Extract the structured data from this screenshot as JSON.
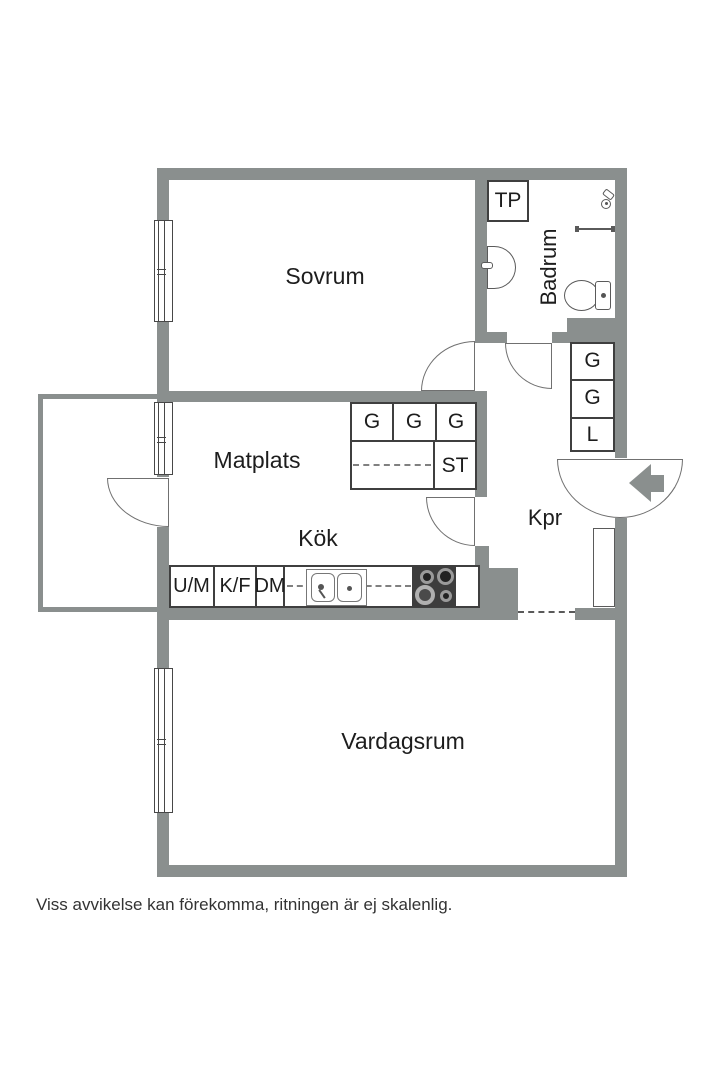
{
  "caption": "Viss avvikelse kan förekomma, ritningen är ej skalenlig.",
  "rooms": {
    "bedroom": "Sovrum",
    "bathroom": "Badrum",
    "dining_area": "Matplats",
    "kitchen": "Kök",
    "hallway": "Kpr",
    "living_room": "Vardagsrum"
  },
  "labels": {
    "tp": "TP",
    "st": "ST",
    "wardrobes_dining": [
      "G",
      "G",
      "G"
    ],
    "closets_hall": [
      "G",
      "G",
      "L"
    ],
    "oven_micro": "U/M",
    "fridge_freezer": "K/F",
    "dishwasher": "DM"
  },
  "colors": {
    "wall": "#8a8f8e",
    "line": "#3f3f3f",
    "appliance_dark": "#3d3d3d"
  }
}
